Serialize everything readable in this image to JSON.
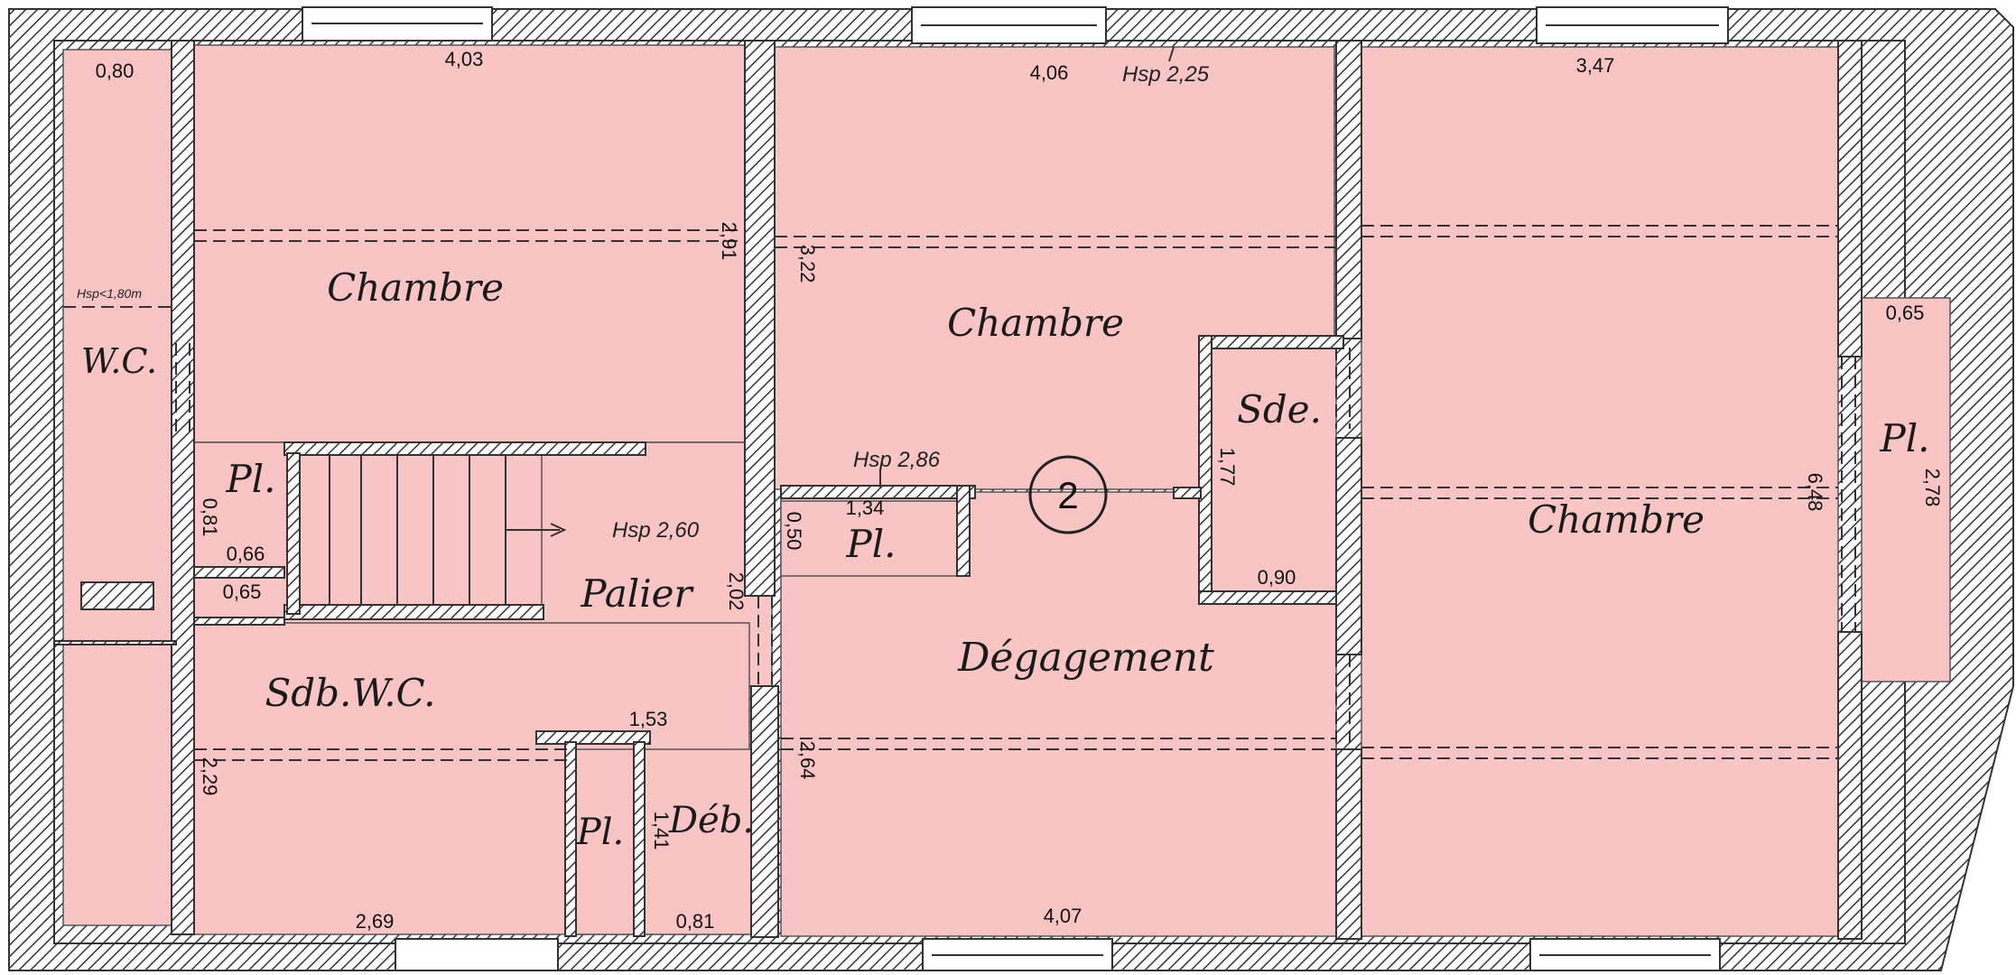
{
  "colors": {
    "room_fill": "#f8c4c4",
    "wall_hatch": "#333333",
    "background": "#ffffff"
  },
  "rooms": {
    "wc": "W.C.",
    "chambre_left": "Chambre",
    "chambre_center": "Chambre",
    "chambre_right": "Chambre",
    "sde": "Sde.",
    "pl_left": "Pl.",
    "pl_center": "Pl.",
    "pl_right": "Pl.",
    "pl_bottom": "Pl.",
    "palier": "Palier",
    "degagement": "Dégagement",
    "sdb_wc": "Sdb.W.C.",
    "deb": "Déb."
  },
  "level_marker": "2",
  "dimensions": {
    "wc_width": "0,80",
    "chambre_left_width": "4,03",
    "chambre_center_width": "4,06",
    "chambre_right_width": "3,47",
    "pl_right_width": "0,65",
    "chambre_left_depth": "2,91",
    "chambre_center_depth": "3,22",
    "pl_left_height": "0,81",
    "pl_left_width": "0,66",
    "closet_width": "0,65",
    "pl_center_width": "1,34",
    "pl_center_height": "0,50",
    "palier_depth": "2,02",
    "sde_height": "1,77",
    "sde_width": "0,90",
    "chambre_right_depth": "6,48",
    "pl_right_height": "2,78",
    "pl_bottom_width": "1,53",
    "pl_bottom_height": "1,41",
    "sdb_depth": "2,29",
    "degagement_depth": "2,64",
    "sdb_width": "2,69",
    "deb_width": "0,81",
    "degagement_width": "4,07"
  },
  "ceiling_heights": {
    "top": "Hsp 2,25",
    "wc": "Hsp<1,80m",
    "pl_center": "Hsp 2,86",
    "palier": "Hsp 2,60"
  }
}
